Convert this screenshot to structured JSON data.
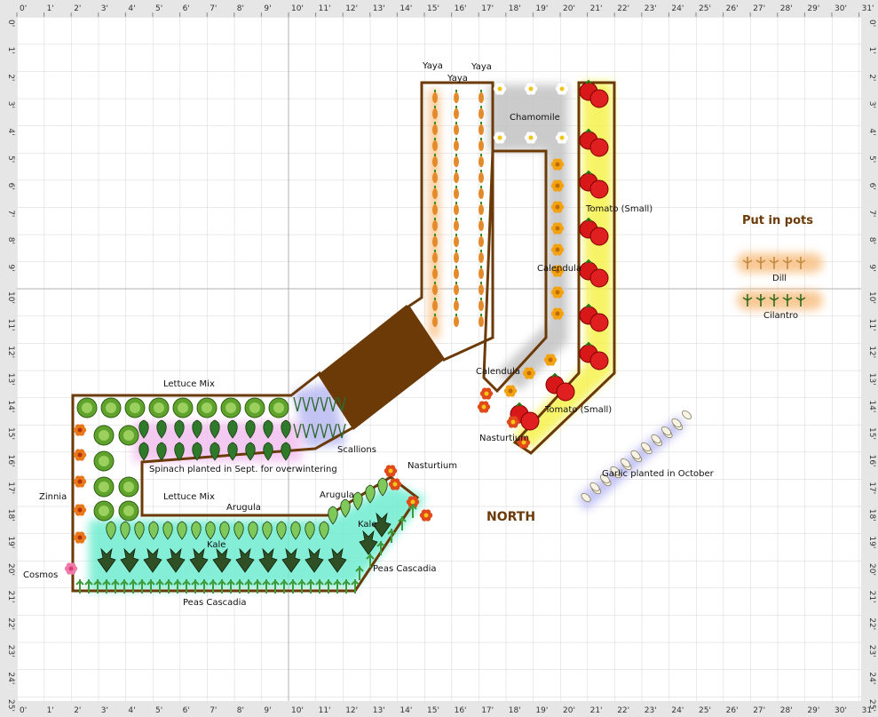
{
  "ruler": {
    "x_ticks": [
      "0'",
      "1'",
      "2'",
      "3'",
      "4'",
      "5'",
      "6'",
      "7'",
      "8'",
      "9'",
      "10'",
      "11'",
      "12'",
      "13'",
      "14'",
      "15'",
      "16'",
      "17'",
      "18'",
      "19'",
      "20'",
      "21'",
      "22'",
      "23'",
      "24'",
      "25'",
      "26'",
      "27'",
      "28'",
      "29'",
      "30'",
      "31'"
    ],
    "y_ticks": [
      "0'",
      "1'",
      "2'",
      "3'",
      "4'",
      "5'",
      "6'",
      "7'",
      "8'",
      "9'",
      "10'",
      "11'",
      "12'",
      "13'",
      "14'",
      "15'",
      "16'",
      "17'",
      "18'",
      "19'",
      "20'",
      "21'",
      "22'",
      "23'",
      "24'",
      "25'"
    ]
  },
  "labels": {
    "yaya_1": "Yaya",
    "yaya_2": "Yaya",
    "yaya_3": "Yaya",
    "chamomile": "Chamomile",
    "tomato_small_1": "Tomato (Small)",
    "tomato_small_2": "Tomato (Small)",
    "calendula_1": "Calendula",
    "calendula_2": "Calendula",
    "nasturtium_1": "Nasturtium",
    "nasturtium_2": "Nasturtium",
    "lettuce_mix_1": "Lettuce Mix",
    "lettuce_mix_2": "Lettuce Mix",
    "scallions": "Scallions",
    "spinach": "Spinach planted in Sept. for overwintering",
    "arugula_1": "Arugula",
    "arugula_2": "Arugula",
    "kale_1": "Kale",
    "kale_2": "Kale",
    "zinnia": "Zinnia",
    "cosmos": "Cosmos",
    "peas_1": "Peas Cascadia",
    "peas_2": "Peas Cascadia",
    "garlic": "Garlic planted in October",
    "north": "NORTH",
    "put_in_pots": "Put in pots",
    "dill": "Dill",
    "cilantro": "Cilantro"
  },
  "colors": {
    "bed_border": "#6b3a07",
    "tomato_glow": "#f4f04a",
    "gray_glow": "#b9b9b9",
    "teal_glow": "#67e6c9",
    "lavender_glow": "#b6b6f2",
    "pink_glow": "#f2b6ee",
    "orange_glow": "#f6bd7f",
    "grid_line": "#d2d2d2"
  }
}
